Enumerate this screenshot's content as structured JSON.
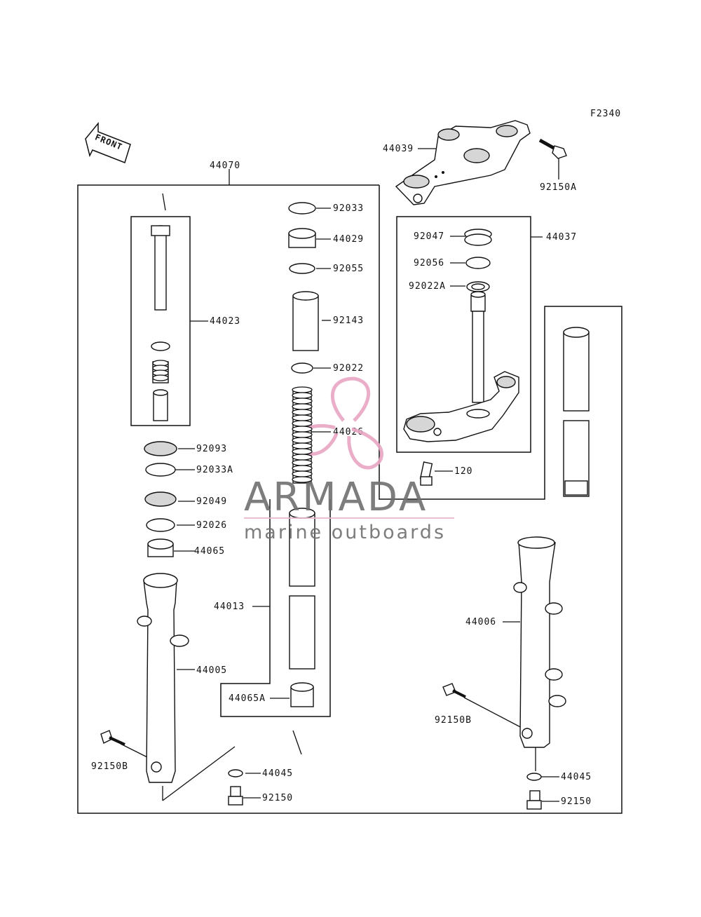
{
  "figure_code": "F2340",
  "front_label": "FRONT",
  "parts": {
    "p44070": "44070",
    "p44039": "44039",
    "p92150A": "92150A",
    "p44037": "44037",
    "p92047": "92047",
    "p92056": "92056",
    "p92022A": "92022A",
    "p120": "120",
    "p44023": "44023",
    "p92033": "92033",
    "p44029": "44029",
    "p92055": "92055",
    "p92143": "92143",
    "p92022": "92022",
    "p44026": "44026",
    "p92093": "92093",
    "p92033A": "92033A",
    "p92049": "92049",
    "p92026": "92026",
    "p44065": "44065",
    "p44013": "44013",
    "p44005": "44005",
    "p44065A": "44065A",
    "p92150B_left": "92150B",
    "p44045_left": "44045",
    "p92150_left": "92150",
    "p44006": "44006",
    "p92150B_right": "92150B",
    "p44045_right": "44045",
    "p92150_right": "92150"
  },
  "watermark": {
    "title": "ARMADA",
    "subtitle": "marine outboards",
    "colors": {
      "logo": "#e8a6c4",
      "text": "#6f6f6f",
      "rule": "#e9b7cf"
    }
  }
}
